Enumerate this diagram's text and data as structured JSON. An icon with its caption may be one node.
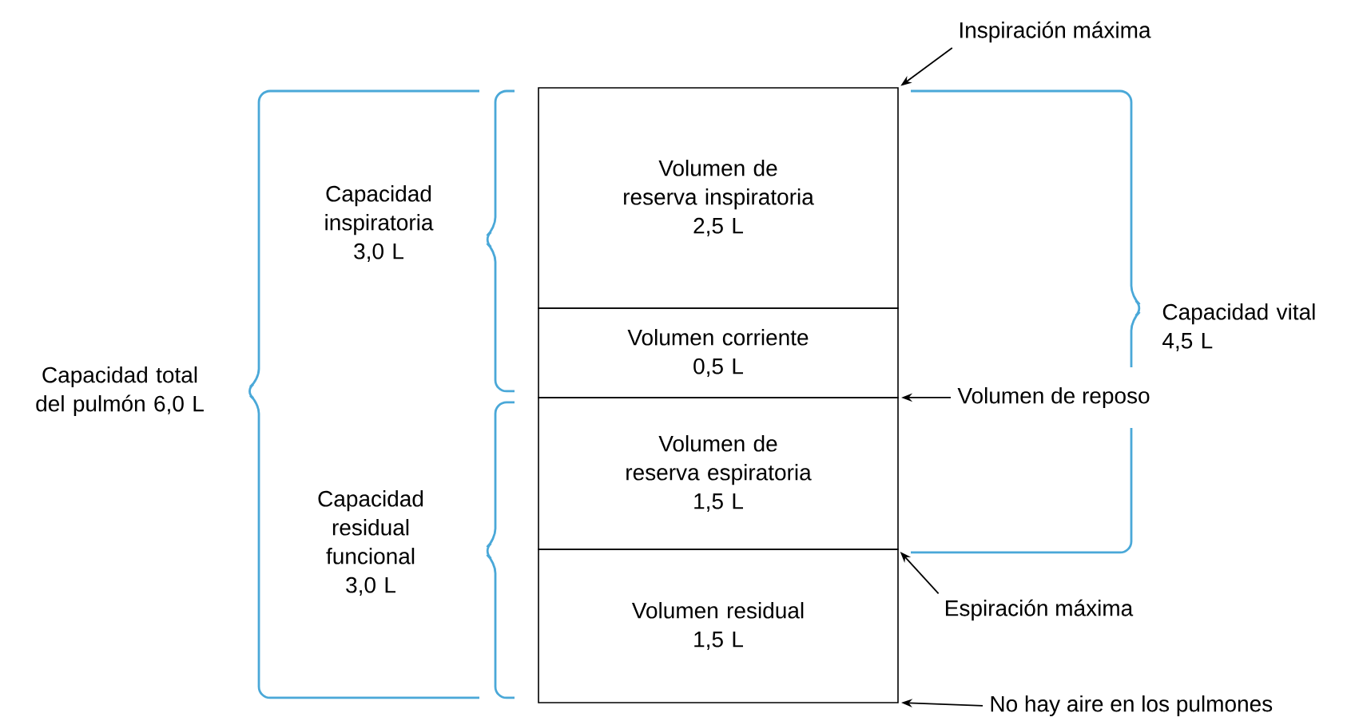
{
  "diagram": {
    "nodes": [
      {
        "text": [
          "Volumen de reserva inspiratoria",
          "2,5 L"
        ]
      },
      {
        "text": [
          "Volumen corriente",
          "0,5 L"
        ]
      },
      {
        "text": [
          "Volumen de reserva espiratoria",
          "1,5 L"
        ]
      },
      {
        "text": [
          "Volumen residual",
          "1,5 L"
        ]
      },
      {
        "text": [
          "Inspiración máxima"
        ]
      },
      {
        "text": [
          "Volumen de reposo"
        ]
      },
      {
        "text": [
          "Espiración máxima"
        ]
      },
      {
        "text": [
          "No hay aire en los pulmones"
        ]
      }
    ],
    "edges": [
      {
        "from": 4,
        "to": 0,
        "arrow": "to"
      },
      {
        "from": 5,
        "to": 1,
        "arrow": "to"
      },
      {
        "from": 6,
        "to": 3,
        "arrow": "to"
      },
      {
        "from": 7,
        "to": 3,
        "arrow": "to"
      }
    ],
    "labels": [
      "Capacidad total del pulmón 6,0 L",
      "Capacidad inspiratoria 3,0 L",
      "Capacidad residual funcional 3,0 L",
      "Capacidad vital 4,5 L"
    ]
  }
}
